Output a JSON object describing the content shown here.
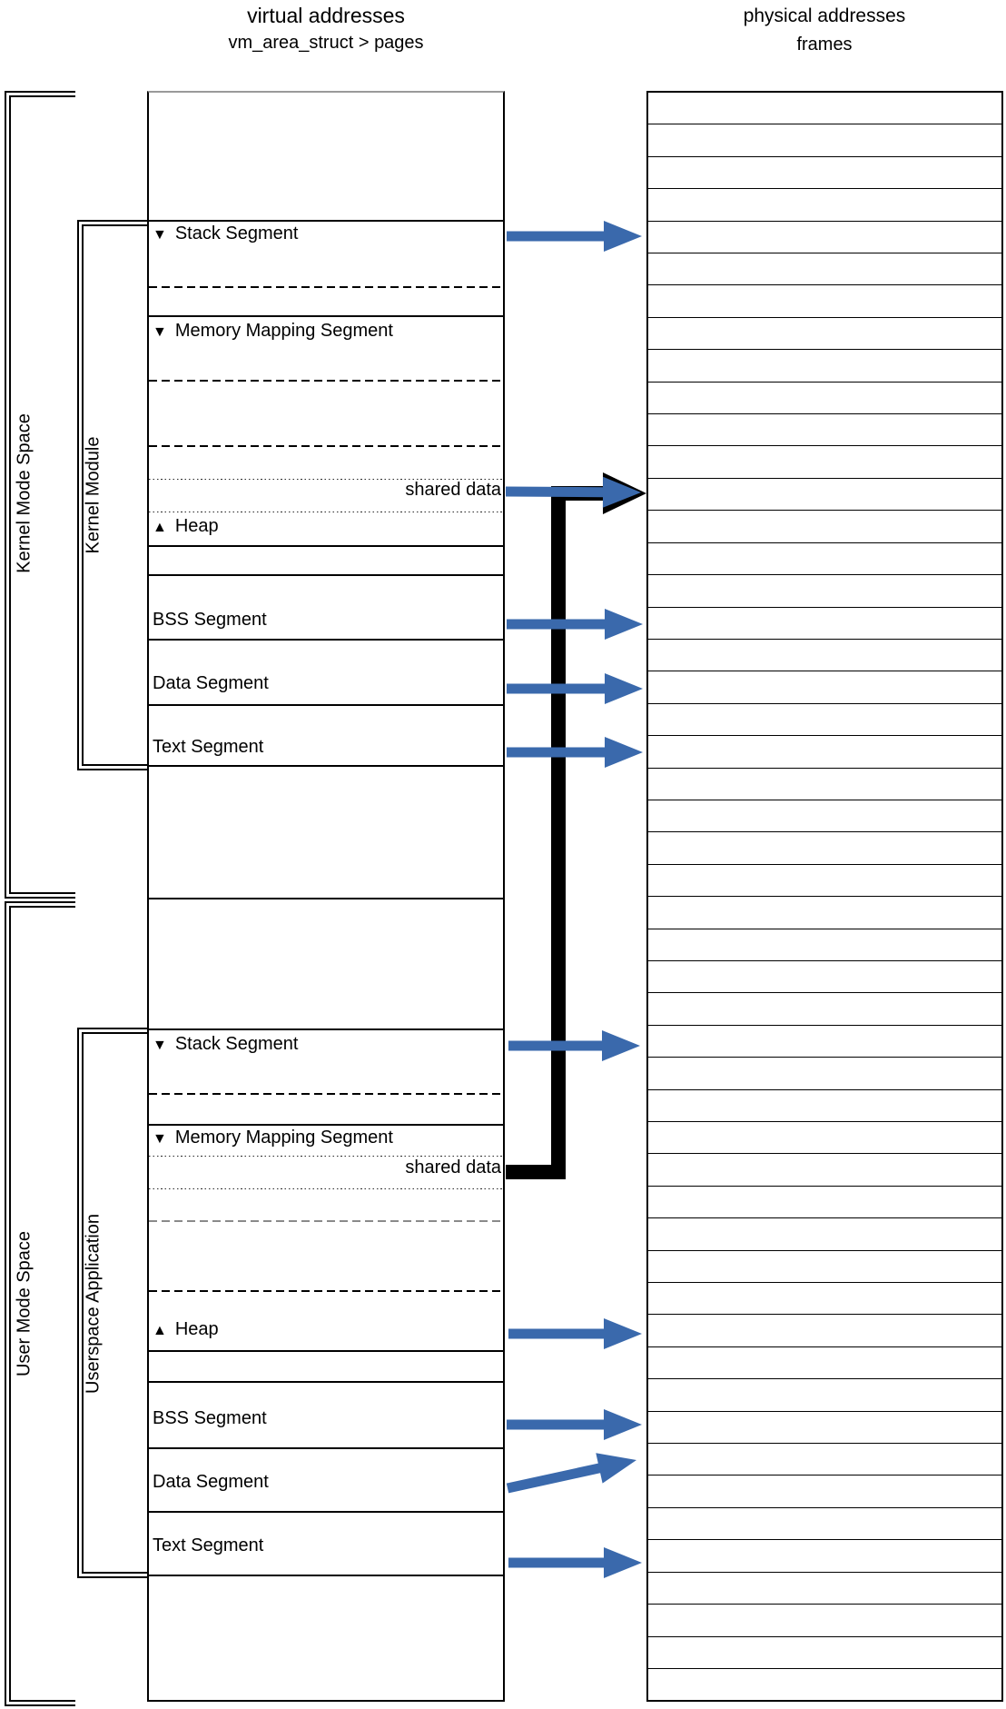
{
  "colors": {
    "arrow_blue": "#3A69AC",
    "connector_black": "#000000",
    "line_black": "#000000",
    "line_gray": "#8A8A8A"
  },
  "header": {
    "virtual": {
      "title": "virtual addresses",
      "subtitle": "vm_area_struct > pages"
    },
    "physical": {
      "title": "physical addresses",
      "subtitle": "frames"
    }
  },
  "markers": {
    "grows_down": "▼",
    "grows_up": "▲"
  },
  "brackets": {
    "kernel_space": "Kernel Mode Space",
    "user_space": "User Mode Space",
    "kernel_module": "Kernel Module",
    "userspace_app": "Userspace Application"
  },
  "virtual_column": {
    "kernel": {
      "stack": "Stack Segment",
      "mms": "Memory Mapping Segment",
      "shared": "shared data",
      "heap": "Heap",
      "bss": "BSS Segment",
      "data": "Data Segment",
      "text": "Text Segment"
    },
    "user": {
      "stack": "Stack Segment",
      "mms": "Memory Mapping Segment",
      "shared": "shared data",
      "heap": "Heap",
      "bss": "BSS Segment",
      "data": "Data Segment",
      "text": "Text Segment"
    }
  },
  "frames": {
    "count": 50
  },
  "arrows": [
    {
      "id": "kernel-stack",
      "source": "kernel Stack Segment",
      "target": "frame",
      "color": "#3A69AC"
    },
    {
      "id": "kernel-shared-data",
      "source": "kernel shared data",
      "target": "frame",
      "color": "#3A69AC"
    },
    {
      "id": "kernel-bss",
      "source": "kernel BSS Segment",
      "target": "frame",
      "color": "#3A69AC"
    },
    {
      "id": "kernel-data",
      "source": "kernel Data Segment",
      "target": "frame",
      "color": "#3A69AC"
    },
    {
      "id": "kernel-text",
      "source": "kernel Text Segment",
      "target": "frame",
      "color": "#3A69AC"
    },
    {
      "id": "user-stack",
      "source": "user Stack Segment",
      "target": "frame",
      "color": "#3A69AC"
    },
    {
      "id": "user-heap",
      "source": "user Heap",
      "target": "frame",
      "color": "#3A69AC"
    },
    {
      "id": "user-bss",
      "source": "user BSS Segment",
      "target": "frame",
      "color": "#3A69AC"
    },
    {
      "id": "user-data",
      "source": "user Data Segment",
      "target": "frame",
      "color": "#3A69AC"
    },
    {
      "id": "user-text",
      "source": "user Text Segment",
      "target": "frame",
      "color": "#3A69AC"
    }
  ],
  "shared_connector": {
    "connects": [
      "kernel shared data",
      "user shared data"
    ],
    "color": "#000000"
  }
}
